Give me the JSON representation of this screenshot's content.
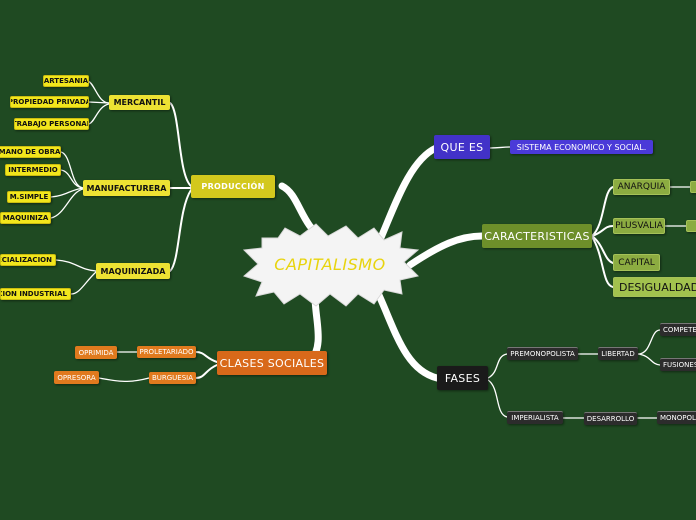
{
  "central": "CAPITALISMO",
  "produccion": {
    "label": "PRODUCCIÓN",
    "mercantil": {
      "label": "MERCANTIL",
      "items": [
        "ARTESANIA",
        "PROPIEDAD PRIVADA",
        "TRABAJO PERSONAL"
      ]
    },
    "manufacturera": {
      "label": "MANUFACTURERA",
      "items": [
        "MANO DE OBRA",
        "INTERMEDIO",
        "M.SIMPLE",
        "MAQUINIZA"
      ]
    },
    "maquinizada": {
      "label": "MAQUINIZADA",
      "items": [
        "ECIALIZACION",
        "CION INDUSTRIAL"
      ]
    }
  },
  "clases": {
    "label": "CLASES SOCIALES",
    "proletariado": {
      "label": "PROLETARIADO",
      "child": "OPRIMIDA"
    },
    "burguesia": {
      "label": "BURGUESIA",
      "child": "OPRESORA"
    }
  },
  "que_es": {
    "label": "QUE ES",
    "child": "SISTEMA ECONOMICO Y SOCIAL."
  },
  "caracteristicas": {
    "label": "CARACTERISTICAS",
    "items": [
      "ANARQUIA",
      "PLUSVALIA",
      "CAPITAL",
      "DESIGUALDAD"
    ]
  },
  "fases": {
    "label": "FASES",
    "premonopolista": {
      "label": "PREMONOPOLISTA",
      "child": "LIBERTAD",
      "grandchildren": [
        "COMPETE",
        "FUSIONES"
      ]
    },
    "imperialista": {
      "label": "IMPERIALISTA",
      "child": "DESARROLLO",
      "grandchild": "MONOPOL"
    }
  }
}
